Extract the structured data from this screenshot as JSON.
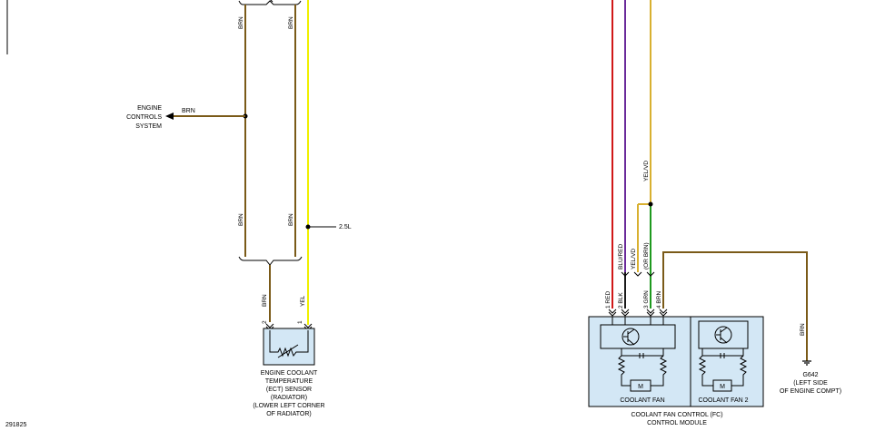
{
  "colors": {
    "brn": "#7a5a18",
    "yel": "#f0f000",
    "red": "#d01818",
    "blk": "#1a1a1a",
    "purple": "#6a2a9a",
    "grn": "#1f9a1f",
    "ye_vd": "#d8b030",
    "module_fill": "#d3e7f5"
  },
  "left": {
    "wire_brn_top_left": "BRN",
    "wire_brn_top_right": "BRN",
    "engine_controls_lines": [
      "ENGINE",
      "CONTROLS",
      "SYSTEM"
    ],
    "arrow_label": "BRN",
    "wire_brn_bottom_left": "BRN",
    "wire_brn_bottom_right": "BRN",
    "splice_label": "2.5L",
    "sensor_wire_brn": "BRN",
    "sensor_wire_yel": "YEL",
    "pin2": "2",
    "pin1": "1",
    "sensor_lines": [
      "ENGINE COOLANT",
      "TEMPERATURE",
      "(ECT) SENSOR",
      "(RADIATOR)",
      "(LOWER LEFT CORNER",
      "OF RADIATOR)"
    ]
  },
  "right": {
    "wire_blu_red": "BLU/RED",
    "wire_yel_vd_mid": "YEL/VD",
    "wire_or_brn": "(OR BRN)",
    "wire_yel_vd_upper": "YEL/VD",
    "pins": [
      {
        "num": "1",
        "color": "RED"
      },
      {
        "num": "2",
        "color": "BLK"
      },
      {
        "num": "3",
        "color": "GRN"
      },
      {
        "num": "4",
        "color": "BRN"
      }
    ],
    "ground_wire": "BRN",
    "ground_lines": [
      "G642",
      "(LEFT SIDE",
      "OF ENGINE COMPT)"
    ],
    "motor_label": "M",
    "fan1_label": "COOLANT FAN",
    "fan2_label": "COOLANT FAN 2",
    "module_lines": [
      "COOLANT FAN CONTROL (FC)",
      "CONTROL MODULE"
    ]
  },
  "figure_id": "291825"
}
